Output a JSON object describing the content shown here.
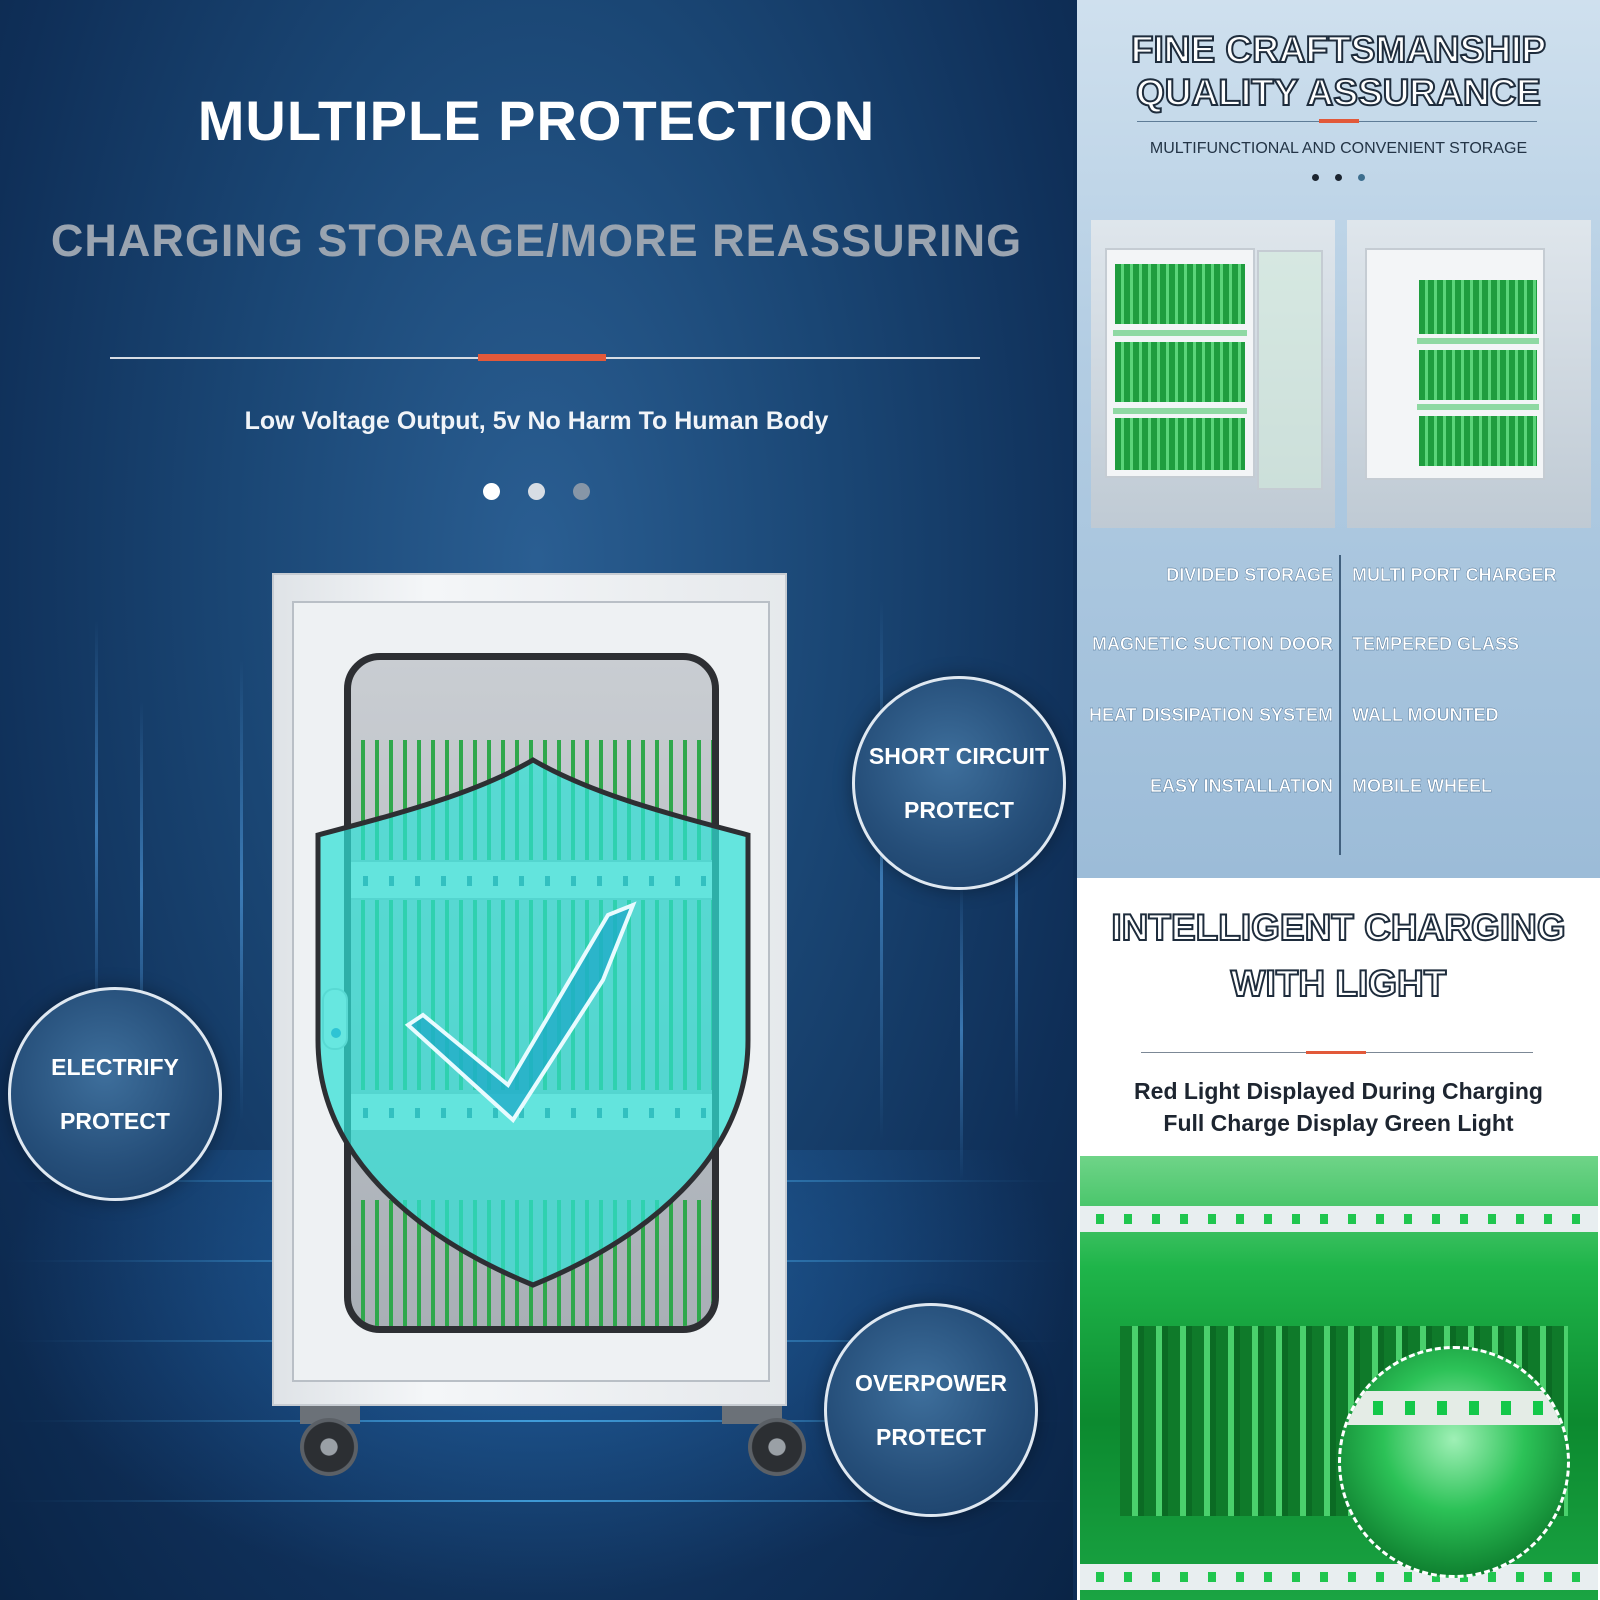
{
  "left": {
    "title": "MULTIPLE PROTECTION",
    "subtitle": "CHARGING STORAGE/MORE REASSURING",
    "tagline": "Low Voltage Output, 5v No Harm To Human Body",
    "badges": {
      "short_circuit": [
        "SHORT CIRCUIT",
        "PROTECT"
      ],
      "electrify": [
        "ELECTRIFY",
        "PROTECT"
      ],
      "overpower": [
        "OVERPOWER",
        "PROTECT"
      ]
    }
  },
  "right_top": {
    "title_line1": "FINE CRAFTSMANSHIP",
    "title_line2": "QUALITY ASSURANCE",
    "subtitle": "MULTIFUNCTIONAL AND CONVENIENT STORAGE",
    "features_left": [
      "DIVIDED STORAGE",
      "MAGNETIC SUCTION DOOR",
      "HEAT DISSIPATION SYSTEM",
      "EASY INSTALLATION"
    ],
    "features_right": [
      "MULTI PORT CHARGER",
      "TEMPERED GLASS",
      "WALL MOUNTED",
      "MOBILE WHEEL"
    ]
  },
  "right_bottom": {
    "title_line1": "INTELLIGENT CHARGING",
    "title_line2": "WITH LIGHT",
    "line1": "Red Light Displayed During Charging",
    "line2": "Full Charge Display Green Light"
  },
  "colors": {
    "accent": "#e2593a",
    "navy": "#1a4674",
    "teal_shield": "#29d3d0",
    "green_light": "#1fb54a"
  }
}
